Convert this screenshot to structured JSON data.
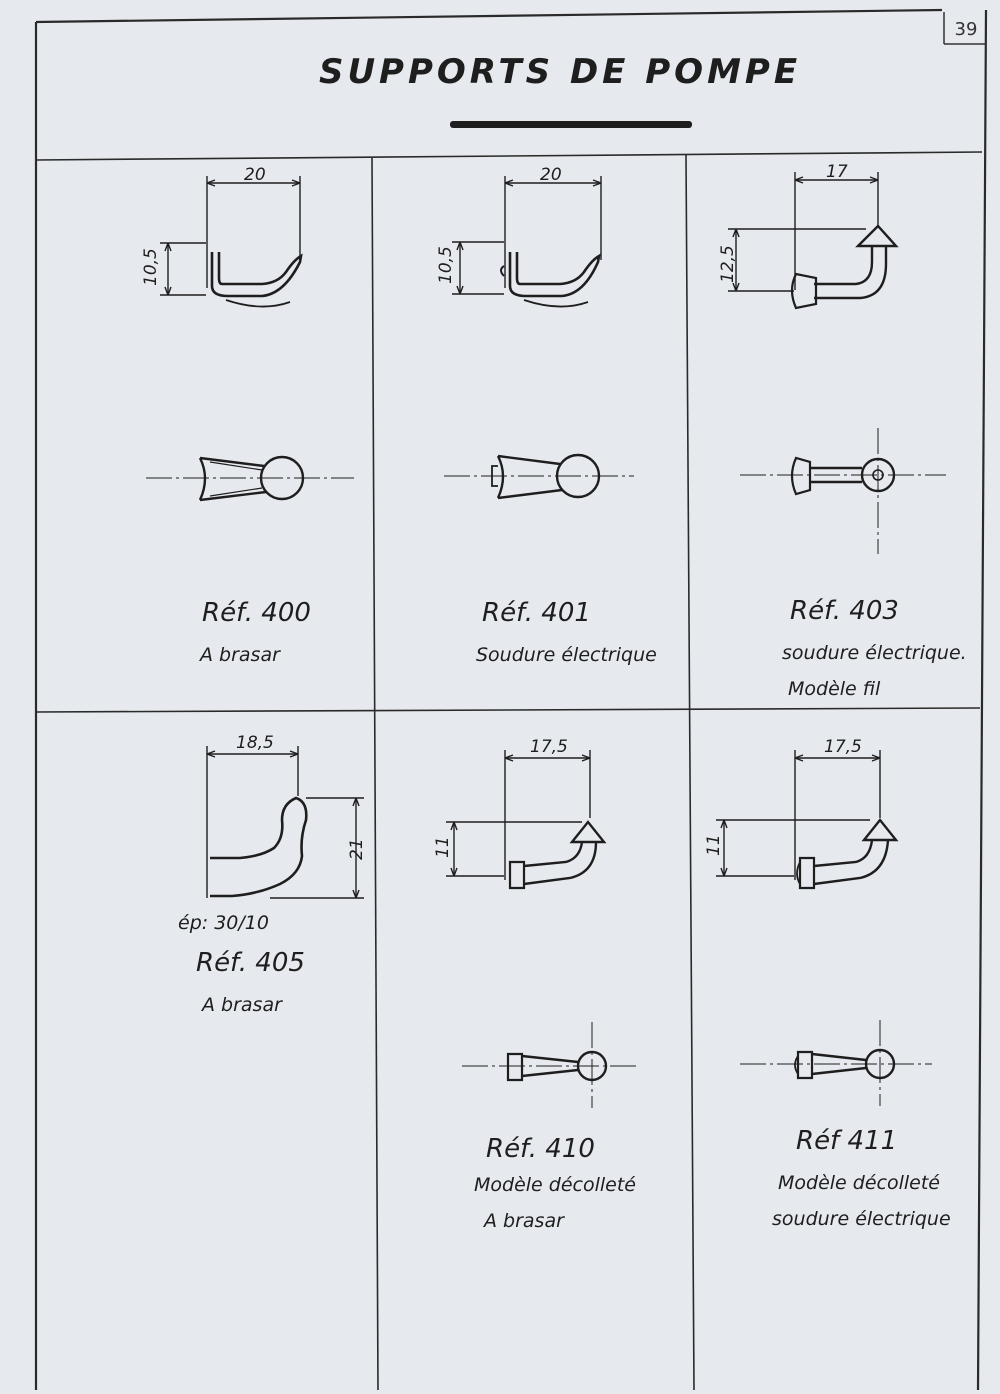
{
  "page": {
    "number": "39",
    "title": "SUPPORTS DE POMPE"
  },
  "items": [
    {
      "ref": "Réf. 400",
      "notes": [
        "A brasar"
      ],
      "dimensions": {
        "width": "20",
        "height": "10,5"
      }
    },
    {
      "ref": "Réf. 401",
      "notes": [
        "Soudure électrique"
      ],
      "dimensions": {
        "width": "20",
        "height": "10,5"
      }
    },
    {
      "ref": "Réf. 403",
      "notes": [
        "soudure électrique.",
        "Modèle fil"
      ],
      "dimensions": {
        "width": "17",
        "height": "12,5"
      }
    },
    {
      "ref": "Réf. 405",
      "notes": [
        "A brasar"
      ],
      "thickness": "ép: 30/10",
      "dimensions": {
        "width": "18,5",
        "height": "21"
      }
    },
    {
      "ref": "Réf. 410",
      "notes": [
        "Modèle décolleté",
        "A brasar"
      ],
      "dimensions": {
        "width": "17,5",
        "height": "11"
      }
    },
    {
      "ref": "Réf 411",
      "notes": [
        "Modèle décolleté",
        "soudure électrique"
      ],
      "dimensions": {
        "width": "17,5",
        "height": "11"
      }
    }
  ]
}
